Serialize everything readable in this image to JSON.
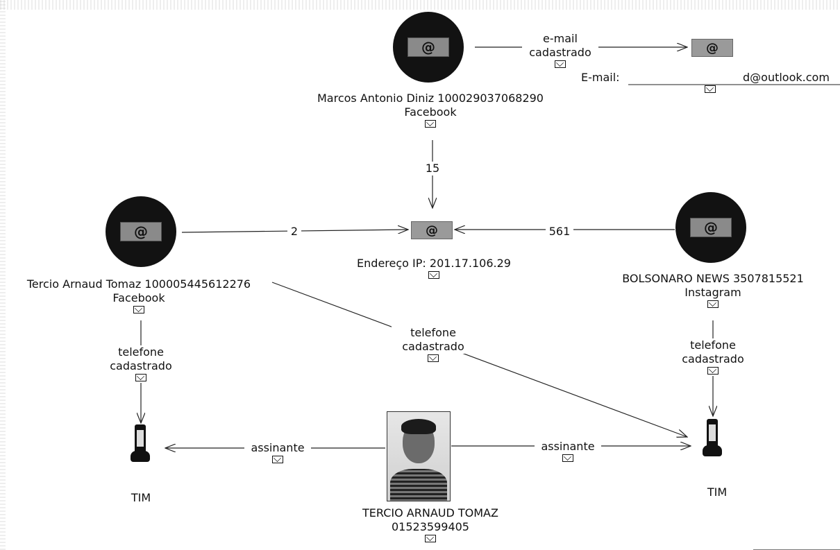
{
  "nodes": {
    "marcos": {
      "title": "Marcos Antonio Diniz 100029037068290",
      "subtitle": "Facebook",
      "badge": "@"
    },
    "email_node": {
      "badge": "@",
      "label_prefix": "E-mail:",
      "value": "d@outlook.com"
    },
    "ip": {
      "badge": "@",
      "label": "Endereço IP: 201.17.106.29"
    },
    "tercio_fb": {
      "title": "Tercio Arnaud Tomaz 100005445612276",
      "subtitle": "Facebook",
      "badge": "@"
    },
    "bolsonaro": {
      "title": "BOLSONARO NEWS 3507815521",
      "subtitle": "Instagram",
      "badge": "@"
    },
    "phone_left": {
      "label": "TIM"
    },
    "phone_right": {
      "label": "TIM"
    },
    "person": {
      "name": "TERCIO ARNAUD TOMAZ",
      "id": "01523599405"
    }
  },
  "edges": {
    "marcos_email": {
      "line1": "e-mail",
      "line2": "cadastrado"
    },
    "marcos_ip": {
      "label": "15"
    },
    "tercio_ip": {
      "label": "2"
    },
    "bolsonaro_ip": {
      "label": "561"
    },
    "tercio_phone_left": {
      "line1": "telefone",
      "line2": "cadastrado"
    },
    "tercio_phone_right": {
      "line1": "telefone",
      "line2": "cadastrado"
    },
    "bolsonaro_phone_right": {
      "line1": "telefone",
      "line2": "cadastrado"
    },
    "person_phone_left": {
      "label": "assinante"
    },
    "person_phone_right": {
      "label": "assinante"
    }
  },
  "icons": {
    "envelope": "envelope-icon",
    "at": "at-sign-icon",
    "phone": "mobile-phone-icon",
    "photo": "person-photo"
  },
  "colors": {
    "node_fill": "#121212",
    "badge_fill": "#8a8a8a",
    "edge": "#222222"
  }
}
